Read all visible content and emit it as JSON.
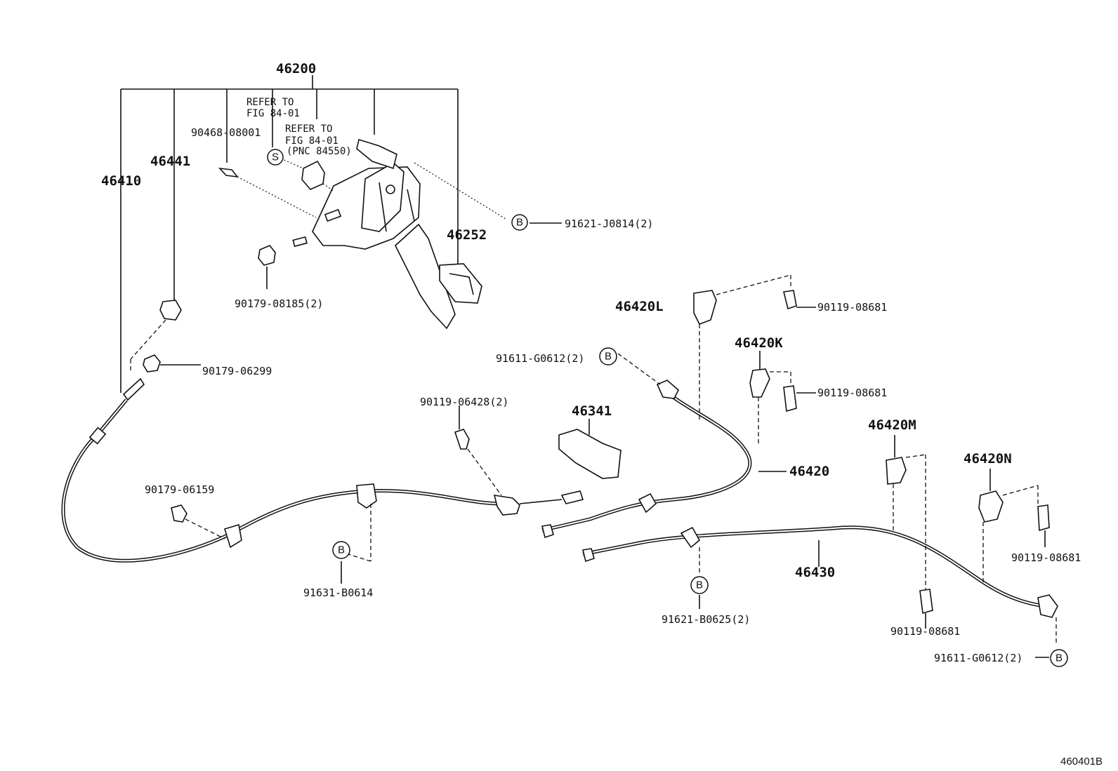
{
  "labels": {
    "p46200": "46200",
    "p46441": "46441",
    "p46410": "46410",
    "p90468": "90468-08001",
    "ref1_line1": "REFER TO",
    "ref1_line2": "FIG 84-01",
    "ref2_line1": "REFER TO",
    "ref2_line2": "FIG 84-01",
    "ref2_line3": "(PNC 84550)",
    "p91621_j0814": "91621-J0814(2)",
    "p46252": "46252",
    "p90179_08185": "90179-08185(2)",
    "p90179_06299": "90179-06299",
    "p46420L": "46420L",
    "p90119_08681_a": "90119-08681",
    "p91611_g0612_a": "91611-G0612(2)",
    "p46420K": "46420K",
    "p90119_08681_b": "90119-08681",
    "p90119_06428": "90119-06428(2)",
    "p46341": "46341",
    "p46420": "46420",
    "p46420M": "46420M",
    "p46420N": "46420N",
    "p90179_06159": "90179-06159",
    "p91631_b0614": "91631-B0614",
    "p46430": "46430",
    "p90119_08681_c": "90119-08681",
    "p91621_b0625": "91621-B0625(2)",
    "p90119_08681_d": "90119-08681",
    "p91611_g0612_b": "91611-G0612(2)",
    "figure_number": "460401B"
  },
  "markers": {
    "S": "S",
    "B": "B"
  }
}
